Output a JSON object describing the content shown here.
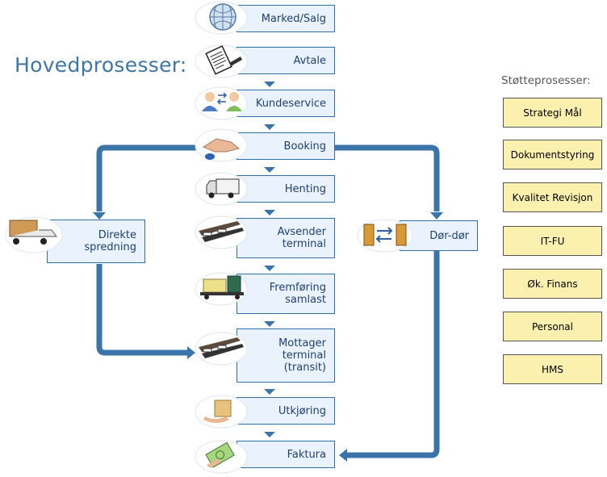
{
  "heading": "Hovedprosesser:",
  "support_heading": "Støtteprosesser:",
  "main_steps": [
    {
      "label": "Marked/Salg",
      "icon": "globe-icon"
    },
    {
      "label": "Avtale",
      "icon": "contract-icon"
    },
    {
      "label": "Kundeservice",
      "icon": "people-exchange-icon"
    },
    {
      "label": "Booking",
      "icon": "handshake-icon"
    },
    {
      "label": "Henting",
      "icon": "truck-icon"
    },
    {
      "label": "Avsender\nterminal",
      "icon": "terminal-icon"
    },
    {
      "label": "Fremføring\nsamlast",
      "icon": "freight-wagon-icon"
    },
    {
      "label": "Mottager\nterminal\n(transit)",
      "icon": "terminal-icon"
    },
    {
      "label": "Utkjøring",
      "icon": "parcel-delivery-icon"
    },
    {
      "label": "Faktura",
      "icon": "money-icon"
    }
  ],
  "branch_left": {
    "label": "Direkte\nspredning",
    "icon": "loaded-truck-icon"
  },
  "branch_right": {
    "label": "Dør-dør",
    "icon": "doors-exchange-icon"
  },
  "support_steps": [
    "Strategi Mål",
    "Dokumentstyring",
    "Kvalitet Revisjon",
    "IT-FU",
    "Øk. Finans",
    "Personal",
    "HMS"
  ],
  "colors": {
    "box_fill": "#eaf3fd",
    "box_border": "#2f6eaa",
    "arrow": "#3b74a8",
    "support_fill": "#fbf0ad",
    "title": "#3e76a6"
  }
}
